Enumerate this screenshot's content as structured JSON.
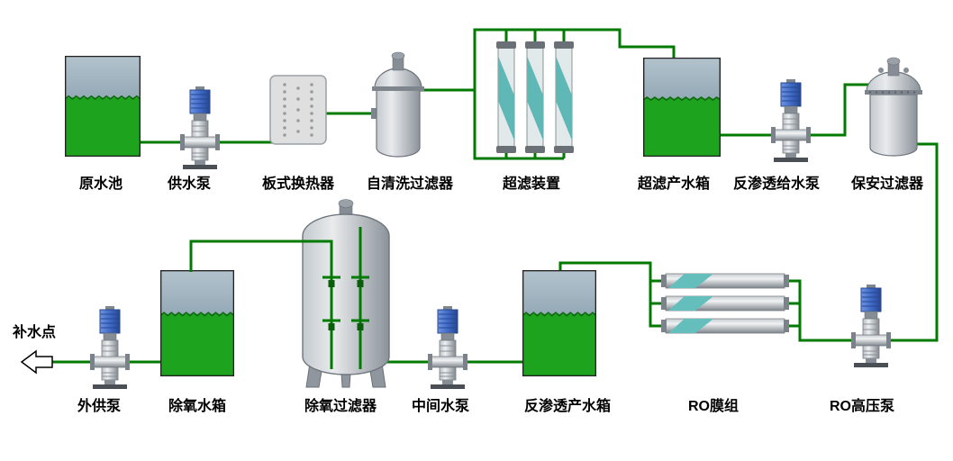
{
  "labels": {
    "top": [
      "原水池",
      "供水泵",
      "板式换热器",
      "自清洗过滤器",
      "超滤装置",
      "超滤产水箱",
      "反渗透给水泵",
      "保安过滤器"
    ],
    "bottom": [
      "补水点",
      "外供泵",
      "除氧水箱",
      "除氧过滤器",
      "中间水泵",
      "反渗透产水箱",
      "RO膜组",
      "RO高压泵"
    ]
  },
  "colors": {
    "pipe_green": "#007a00",
    "tank_water_green": "#1da31d",
    "tank_top_gray_blue": "#9fb4c2",
    "uf_membrane_teal": "#5fb8b5",
    "pump_motor_blue": "#3f6bc8",
    "vessel_gray": "#b7bec4",
    "background": "#ffffff"
  }
}
